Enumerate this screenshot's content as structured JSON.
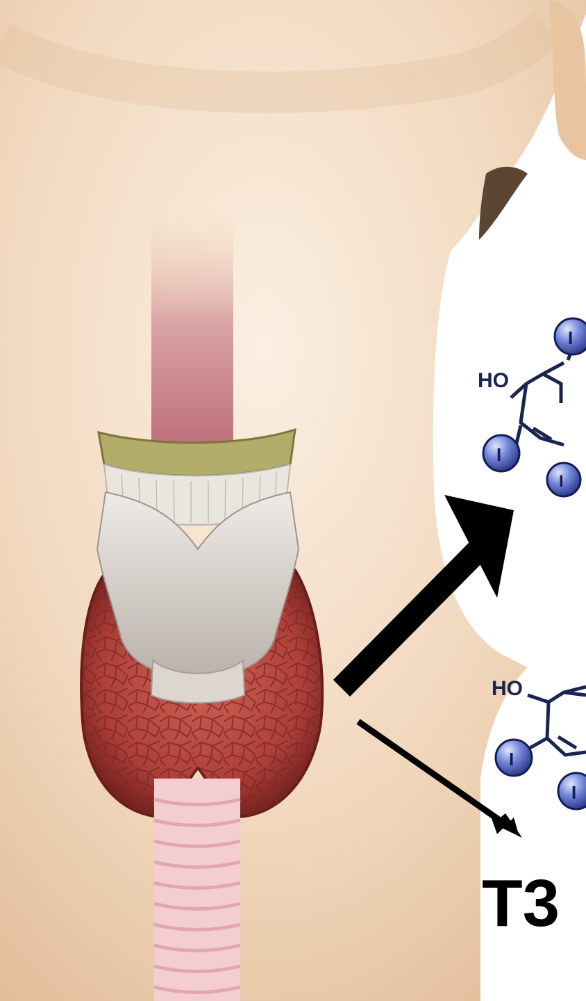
{
  "labels": {
    "t3": "T3",
    "molecule_top_ho": "HO",
    "molecule_bottom_ho": "HO",
    "iodine_symbol": "I"
  },
  "colors": {
    "skin_light": "#f7e6d4",
    "skin_mid": "#ecd0b3",
    "skin_shadow": "#d9b08d",
    "thyroid": "#b84a43",
    "thyroid_dark": "#7a2420",
    "cartilage": "#cfc9c2",
    "hyoid": "#a7a05a",
    "trachea": "#f1c2c4",
    "pharynx": "#c98089",
    "iodine_blue": "#3a4fa8",
    "bond_color": "#1b2450",
    "arrow": "#000000"
  },
  "icons": {
    "iodine_atom": "iodine-atom-icon",
    "arrow_thick": "arrow-to-t4-icon",
    "arrow_thin": "arrow-to-t3-icon"
  }
}
